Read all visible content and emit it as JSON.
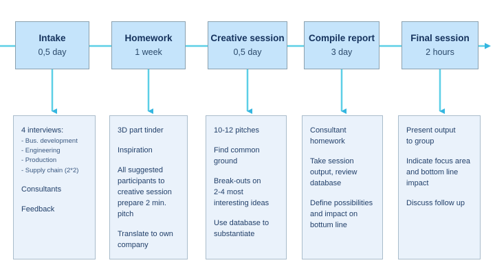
{
  "diagram": {
    "title": "Process timeline with stages and deliverables",
    "colors": {
      "connector": "#5ccfe6",
      "stage_fill": "#c5e4fb",
      "stage_border": "#8aa0ae",
      "detail_fill": "#eaf2fb",
      "detail_border": "#a9bccb",
      "text": "#22406a",
      "title_text": "#14315c"
    },
    "stages": [
      {
        "title": "Intake",
        "duration": "0,5 day"
      },
      {
        "title": "Homework",
        "duration": "1 week"
      },
      {
        "title": "Creative session",
        "duration": "0,5 day"
      },
      {
        "title": "Compile report",
        "duration": "3 day"
      },
      {
        "title": "Final session",
        "duration": "2 hours"
      }
    ],
    "details": [
      {
        "blocks": [
          {
            "lines": [
              "4 interviews:"
            ],
            "subs": [
              "- Bus. development",
              "- Engineering",
              "- Production",
              "- Supply chain (2*2)"
            ]
          },
          {
            "lines": [
              "Consultants"
            ],
            "subs": []
          },
          {
            "lines": [
              "Feedback"
            ],
            "subs": []
          }
        ]
      },
      {
        "blocks": [
          {
            "lines": [
              "3D part tinder"
            ],
            "subs": []
          },
          {
            "lines": [
              "Inspiration"
            ],
            "subs": []
          },
          {
            "lines": [
              "All suggested",
              "participants to",
              "creative session",
              "prepare 2 min.",
              "pitch"
            ],
            "subs": []
          },
          {
            "lines": [
              "Translate to own",
              "company"
            ],
            "subs": []
          }
        ]
      },
      {
        "blocks": [
          {
            "lines": [
              "10-12 pitches"
            ],
            "subs": []
          },
          {
            "lines": [
              "Find common",
              "ground"
            ],
            "subs": []
          },
          {
            "lines": [
              "Break-outs on",
              "2-4 most",
              "interesting ideas"
            ],
            "subs": []
          },
          {
            "lines": [
              "Use database to",
              "substantiate"
            ],
            "subs": []
          }
        ]
      },
      {
        "blocks": [
          {
            "lines": [
              "Consultant",
              "homework"
            ],
            "subs": []
          },
          {
            "lines": [
              "Take session",
              "output, review",
              "database"
            ],
            "subs": []
          },
          {
            "lines": [
              "Define possibilities",
              "and impact on",
              "bottum line"
            ],
            "subs": []
          }
        ]
      },
      {
        "blocks": [
          {
            "lines": [
              "Present output",
              "to group"
            ],
            "subs": []
          },
          {
            "lines": [
              "Indicate focus area",
              "and bottom line",
              "impact"
            ],
            "subs": []
          },
          {
            "lines": [
              "Discuss follow up"
            ],
            "subs": []
          }
        ]
      }
    ]
  }
}
